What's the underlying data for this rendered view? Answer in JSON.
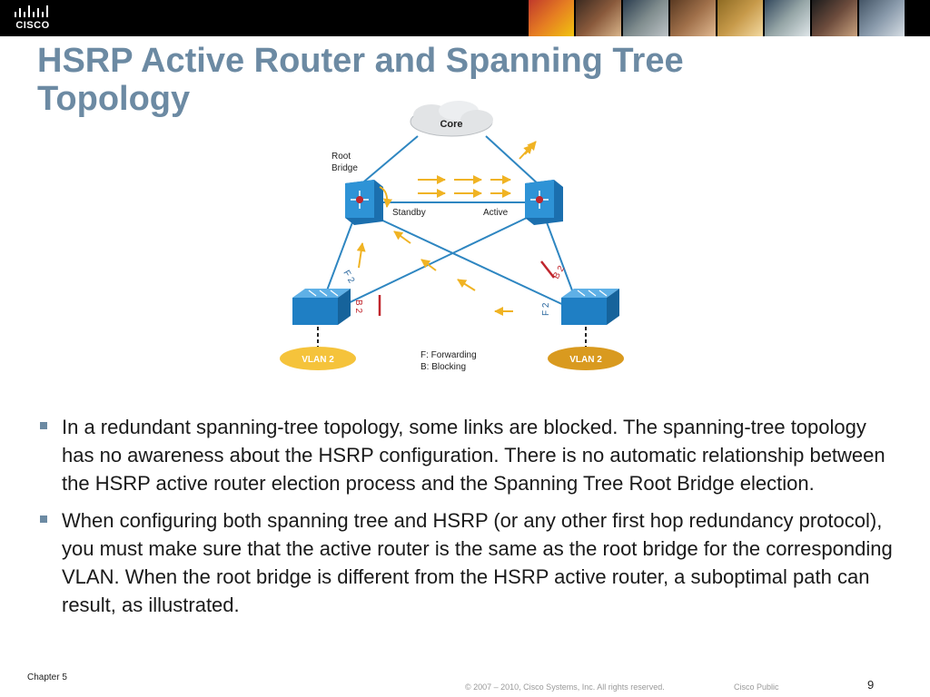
{
  "header": {
    "logo_text": "CISCO",
    "photo_count": 8
  },
  "title": {
    "line1": "HSRP Active Router and Spanning Tree",
    "line2": "Topology"
  },
  "diagram": {
    "core_label": "Core",
    "root_bridge_line1": "Root",
    "root_bridge_line2": "Bridge",
    "standby_label": "Standby",
    "active_label": "Active",
    "left_f2": "F 2",
    "left_b2": "B 2",
    "right_b2": "B 2",
    "right_f2": "F 2",
    "vlan_left": "VLAN 2",
    "vlan_right": "VLAN 2",
    "legend_forwarding": "F: Forwarding",
    "legend_blocking": "B: Blocking",
    "colors": {
      "link": "#2e86c1",
      "arrow": "#f0b323",
      "block": "#c0262d",
      "device": "#1f7fc4",
      "vlan_left": "#f5c33b",
      "vlan_right": "#d99a1f"
    }
  },
  "bullets": [
    "In a redundant spanning-tree topology, some links are blocked. The spanning-tree topology has no awareness about the HSRP configuration. There is no automatic relationship between the HSRP active router election process and the Spanning Tree Root Bridge election.",
    "When configuring both spanning tree and HSRP (or any other first hop redundancy protocol), you must make sure that the active router is the same as the root bridge for the corresponding VLAN. When the root bridge is different from the HSRP active router, a suboptimal path can result, as illustrated."
  ],
  "footer": {
    "chapter": "Chapter 5",
    "copyright": "© 2007 – 2010, Cisco Systems, Inc. All rights reserved.",
    "classification": "Cisco Public",
    "page_number": "9"
  }
}
